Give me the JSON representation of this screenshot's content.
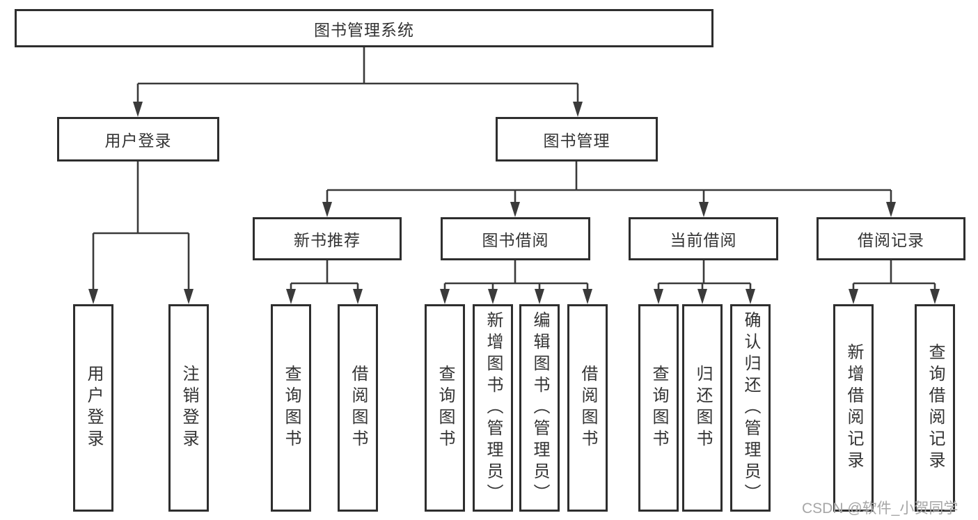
{
  "tree": {
    "root": "图书管理系统",
    "branches": [
      {
        "label": "用户登录",
        "leaves": [
          "用户登录",
          "注销登录"
        ]
      },
      {
        "label": "图书管理",
        "groups": [
          {
            "label": "新书推荐",
            "leaves": [
              "查询图书",
              "借阅图书"
            ]
          },
          {
            "label": "图书借阅",
            "leaves": [
              "查询图书",
              "新增图书（管理员）",
              "编辑图书（管理员）",
              "借阅图书"
            ]
          },
          {
            "label": "当前借阅",
            "leaves": [
              "查询图书",
              "归还图书",
              "确认归还（管理员）"
            ]
          },
          {
            "label": "借阅记录",
            "leaves": [
              "新增借阅记录",
              "查询借阅记录"
            ]
          }
        ]
      }
    ]
  },
  "watermark": "CSDN @软件_小贺同学",
  "colors": {
    "line": "#3a3a3a",
    "border": "#2e2e2e",
    "text": "#333333",
    "watermark": "#a6a6a6",
    "background": "#ffffff"
  }
}
